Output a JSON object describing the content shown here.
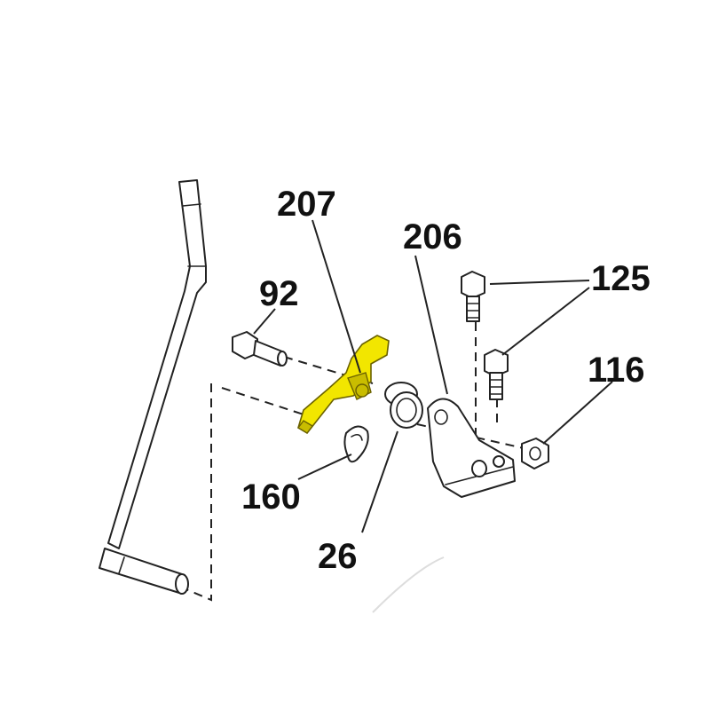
{
  "colors": {
    "highlight": "#f2e600",
    "line": "#222222",
    "background": "#ffffff"
  },
  "highlighted_part": "207",
  "callouts": {
    "p207": "207",
    "p206": "206",
    "p92": "92",
    "p125": "125",
    "p116": "116",
    "p160": "160",
    "p26": "26"
  }
}
